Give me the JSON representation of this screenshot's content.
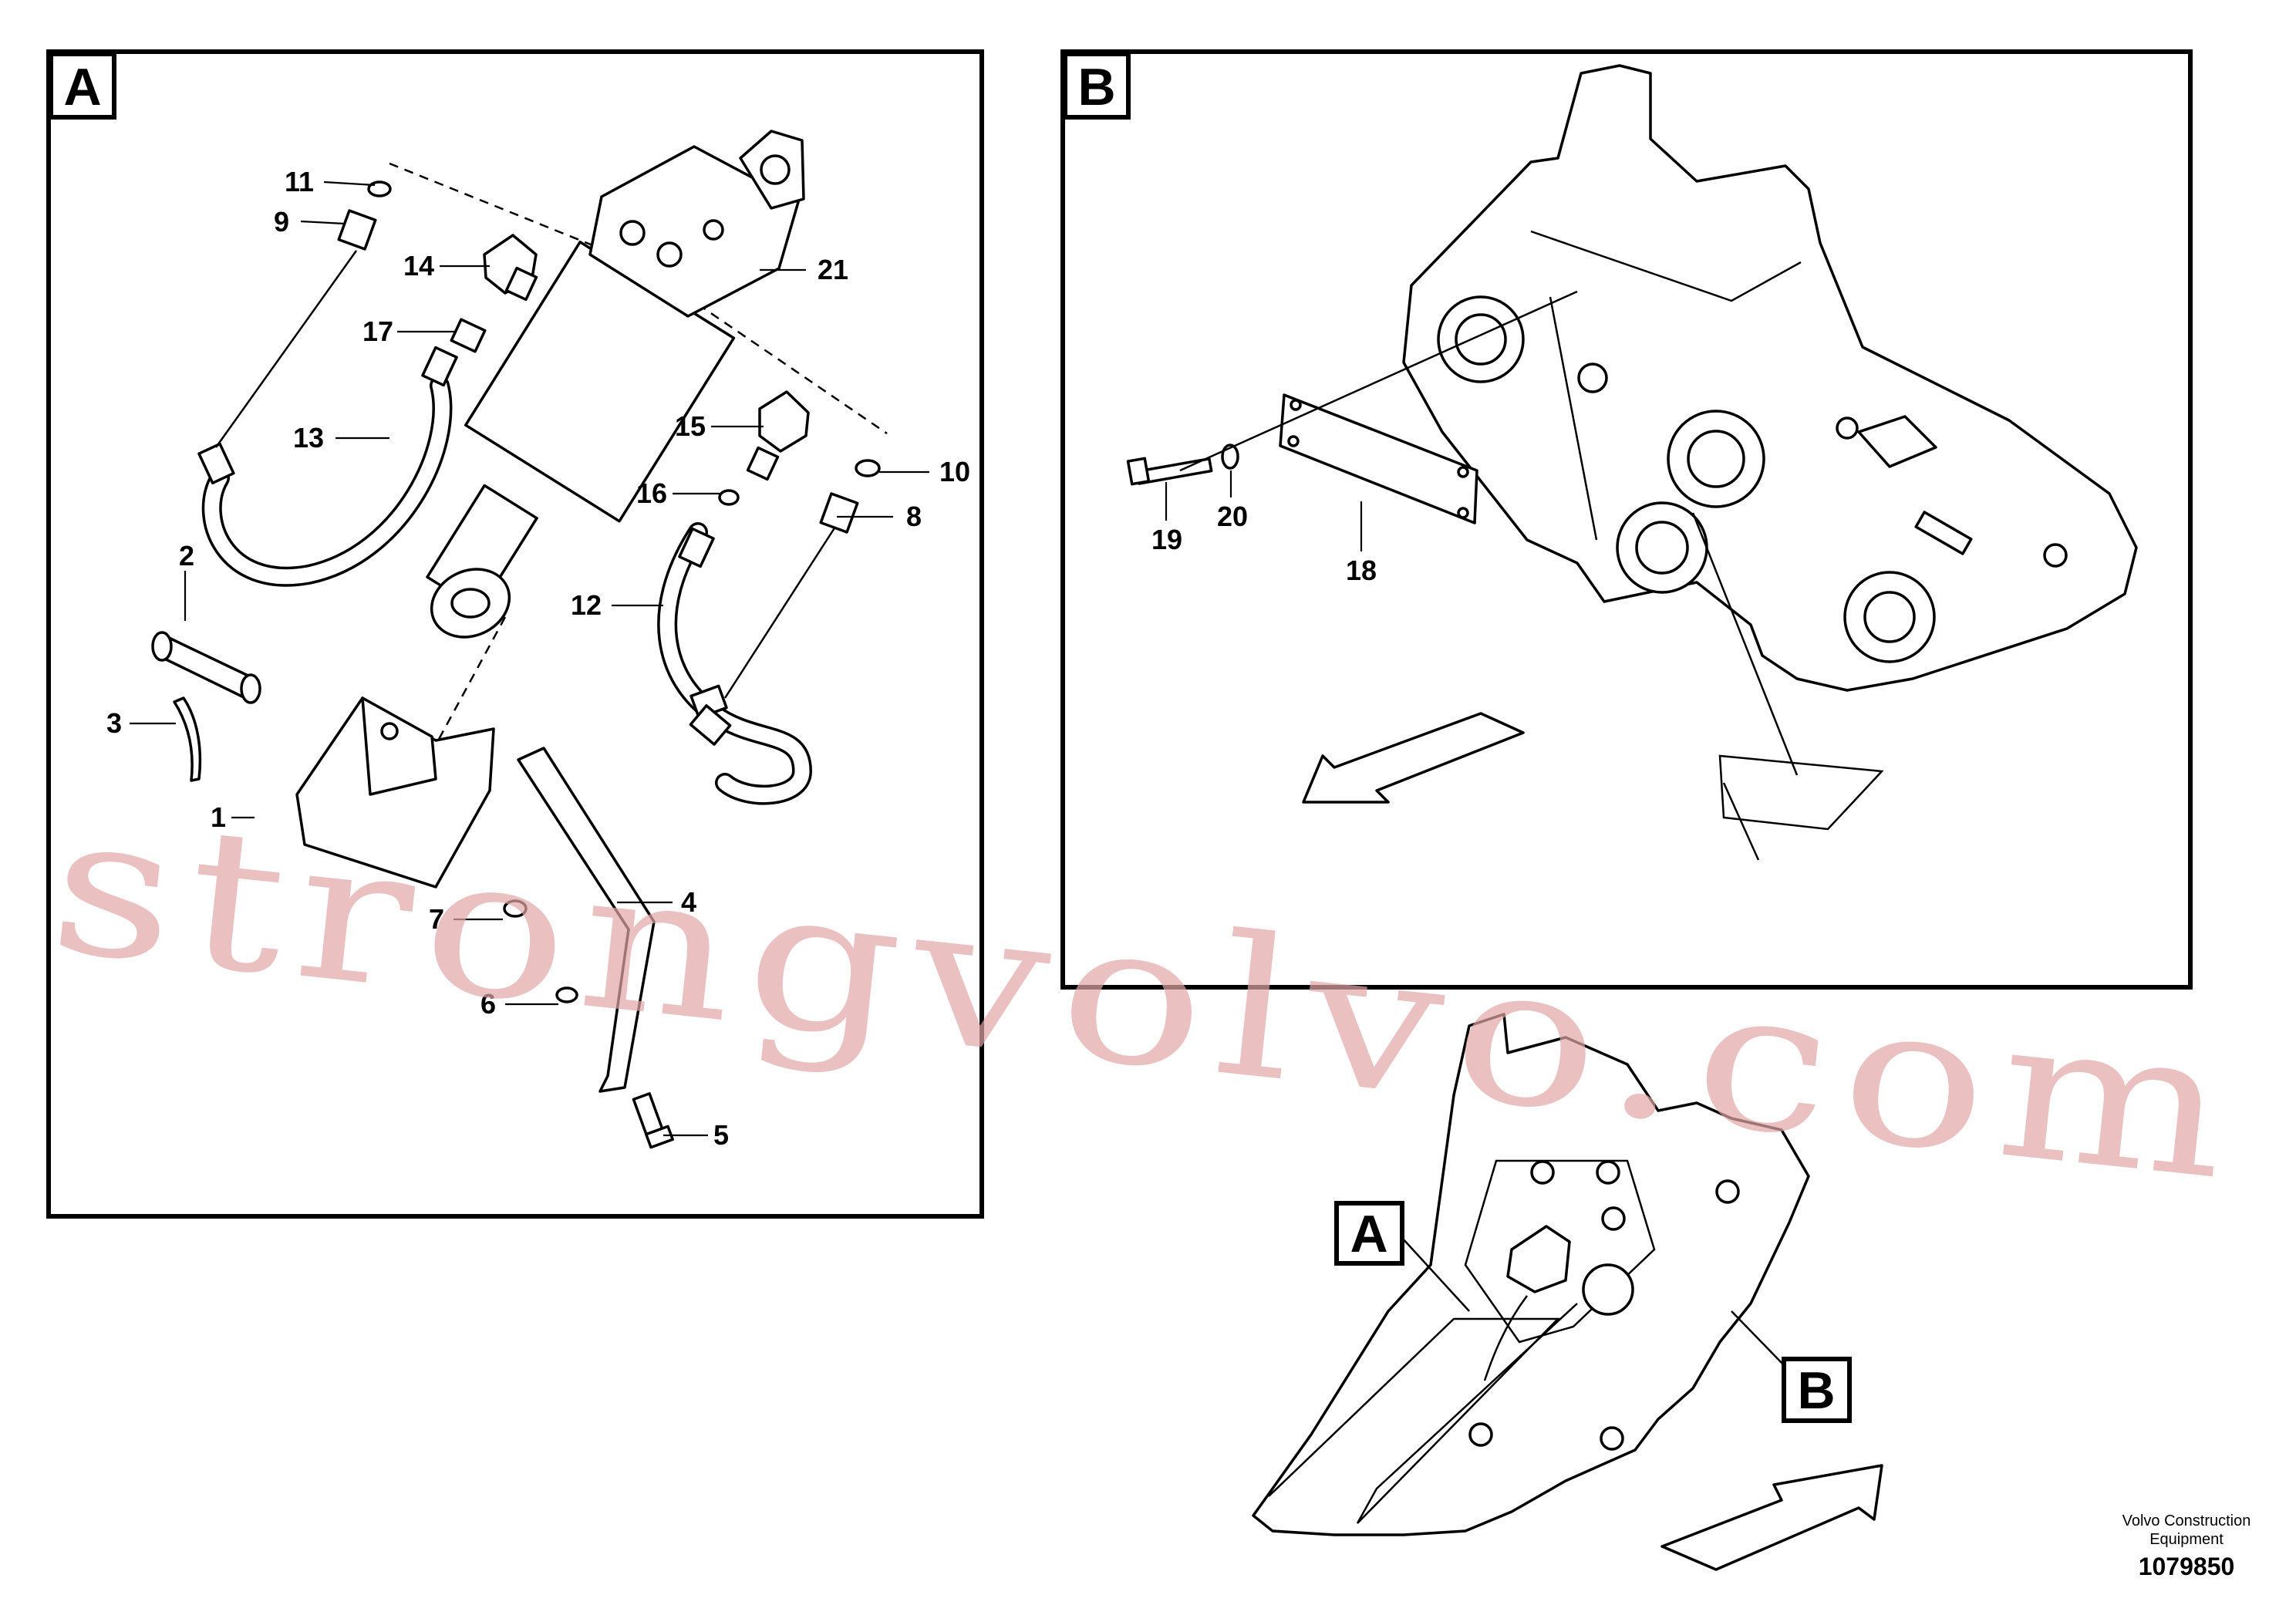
{
  "panels": [
    {
      "id": "A",
      "label": "A"
    },
    {
      "id": "B",
      "label": "B"
    }
  ],
  "overview_labels": [
    "A",
    "B"
  ],
  "callouts": [
    "1",
    "2",
    "3",
    "4",
    "5",
    "6",
    "7",
    "8",
    "9",
    "10",
    "11",
    "12",
    "13",
    "14",
    "15",
    "16",
    "17",
    "18",
    "19",
    "20",
    "21"
  ],
  "watermark": "strongvolvo.com",
  "footer": {
    "company_line1": "Volvo Construction",
    "company_line2": "Equipment",
    "drawing_number": "1079850"
  }
}
